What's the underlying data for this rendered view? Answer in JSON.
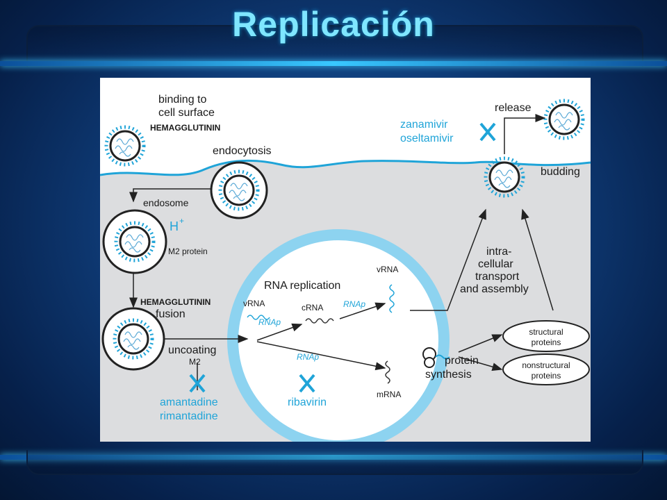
{
  "slide": {
    "title": "Replicación"
  },
  "diagram": {
    "labels": {
      "binding": [
        "binding to",
        "cell surface"
      ],
      "hemagglutinin_top": "HEMAGGLUTININ",
      "endocytosis": "endocytosis",
      "endosome": "endosome",
      "h_plus": "H",
      "h_plus_sup": "+",
      "m2_protein": "M2 protein",
      "hemagglutinin_fusion": "HEMAGGLUTININ",
      "fusion": "fusion",
      "uncoating": "uncoating",
      "m2": "M2",
      "amantadine": "amantadine",
      "rimantadine": "rimantadine",
      "rna_replication": "RNA replication",
      "vrna_left": "vRNA",
      "crna": "cRNA",
      "rnap_1": "RNAp",
      "rnap_2": "RNAp",
      "rnap_3": "RNAp",
      "ribavirin": "ribavirin",
      "vrna_right": "vRNA",
      "mrna": "mRNA",
      "protein_synthesis": [
        "protein",
        "synthesis"
      ],
      "structural": [
        "structural",
        "proteins"
      ],
      "nonstructural": [
        "nonstructural",
        "proteins"
      ],
      "transport": [
        "intra-",
        "cellular",
        "transport",
        "and assembly"
      ],
      "budding": "budding",
      "release": "release",
      "zanamivir": "zanamivir",
      "oseltamivir": "oseltamivir"
    },
    "colors": {
      "accent_blue": "#1fa4d8",
      "cell_gray": "#dcdddf",
      "ring_blue": "#8dd3f0"
    }
  }
}
